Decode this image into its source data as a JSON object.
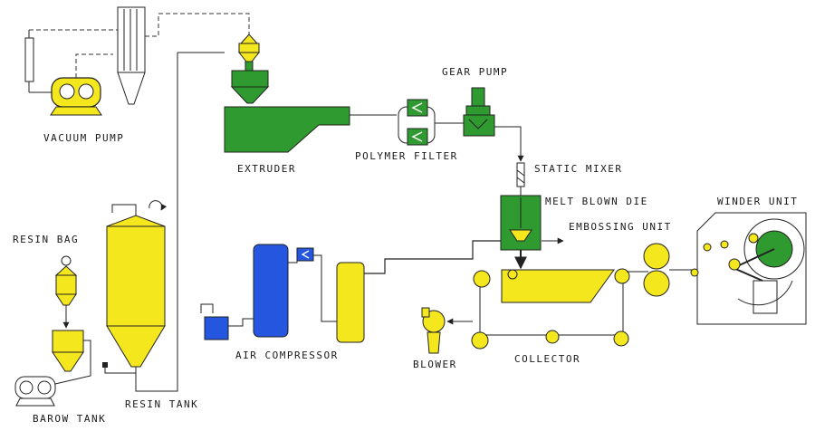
{
  "labels": {
    "vacuum_pump": "VACUUM PUMP",
    "extruder": "EXTRUDER",
    "polymer_filter": "POLYMER FILTER",
    "gear_pump": "GEAR PUMP",
    "static_mixer": "STATIC MIXER",
    "melt_blown_die": "MELT BLOWN DIE",
    "embossing_unit": "EMBOSSING UNIT",
    "winder_unit": "WINDER UNIT",
    "resin_bag": "RESIN BAG",
    "resin_tank": "RESIN TANK",
    "barow_tank": "BAROW TANK",
    "air_compressor": "AIR COMPRESSOR",
    "blower": "BLOWER",
    "collector": "COLLECTOR"
  },
  "colors": {
    "green": "#2f9a2f",
    "yellow": "#f4e71e",
    "blue": "#2456e0",
    "line": "#222222"
  }
}
